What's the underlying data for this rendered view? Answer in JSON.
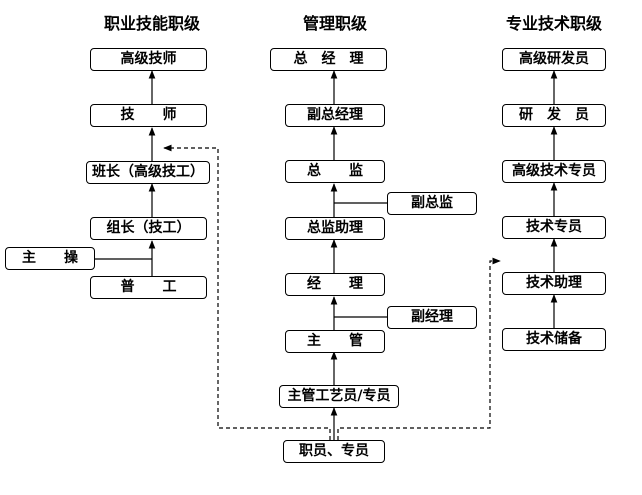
{
  "headers": {
    "skill": "职业技能职级",
    "management": "管理职级",
    "technical": "专业技术职级"
  },
  "skill_track": {
    "senior_technician": "高级技师",
    "technician": "技　　师",
    "team_leader": "班长（高级技工）",
    "group_leader": "组长（技工）",
    "main_operator": "主　　操",
    "general_worker": "普　　工"
  },
  "management_track": {
    "general_manager": "总　经　理",
    "deputy_general_manager": "副总经理",
    "director": "总　　监",
    "deputy_director": "副总监",
    "director_assistant": "总监助理",
    "manager": "经　　理",
    "deputy_manager": "副经理",
    "supervisor": "主　　管",
    "process_supervisor": "主管工艺员/专员"
  },
  "technical_track": {
    "senior_researcher": "高级研发员",
    "researcher": "研　发　员",
    "senior_tech_specialist": "高级技术专员",
    "tech_specialist": "技术专员",
    "tech_assistant": "技术助理",
    "tech_reserve": "技术储备"
  },
  "entry": {
    "staff_specialist": "职员、专员"
  }
}
